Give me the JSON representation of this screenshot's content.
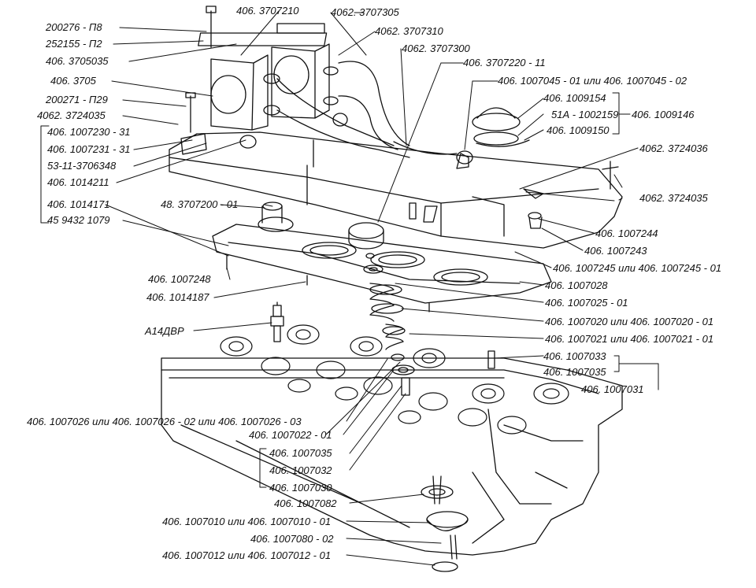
{
  "labels": {
    "l01": "200276 - П8",
    "l02": "252155 - П2",
    "l03": "406. 3705035",
    "l04": "406. 3705",
    "l05": "200271 - П29",
    "l06": "4062. 3724035",
    "l07": "406. 1007230 - 31",
    "l08": "406. 1007231 - 31",
    "l09": "53-11-3706348",
    "l10": "406. 1014211",
    "l11": "406. 1014171",
    "l12": "45 9432 1079",
    "t01": "406. 3707210",
    "t02": "4062. 3707305",
    "t03": "4062. 3707310",
    "t04": "4062. 3707300",
    "t05": "406. 3707220 - 11",
    "t06": "406. 1007045 - 01 или 406. 1007045 - 02",
    "r01": "406. 1009154",
    "r02": "51А - 1002159",
    "r03": "406. 1009150",
    "r04": "406. 1009146",
    "r05": "4062. 3724036",
    "r06": "4062. 3724035",
    "m01": "48. 3707200 - 01",
    "r07": "406. 1007244",
    "r08": "406. 1007243",
    "r09": "406. 1007245 или 406. 1007245 - 01",
    "l13": "406. 1007248",
    "r10": "406. 1007028",
    "l14": "406. 1014187",
    "r11": "406. 1007025 - 01",
    "r12": "406. 1007020 или 406. 1007020 - 01",
    "l15": "А14ДВР",
    "r13": "406. 1007021 или 406. 1007021 - 01",
    "r14": "406. 1007033",
    "r15": "406. 1007035",
    "r16": "406. 1007031",
    "b01": "406. 1007026 или 406. 1007026 - 02 или 406. 1007026 - 03",
    "b02": "406. 1007022 - 01",
    "b03": "406. 1007035",
    "b04": "406. 1007032",
    "b05": "406. 1007030",
    "b06": "406. 1007082",
    "b07": "406. 1007010 или 406. 1007010 - 01",
    "b08": "406. 1007080 - 02",
    "b09": "406. 1007012 или 406. 1007012 - 01"
  }
}
